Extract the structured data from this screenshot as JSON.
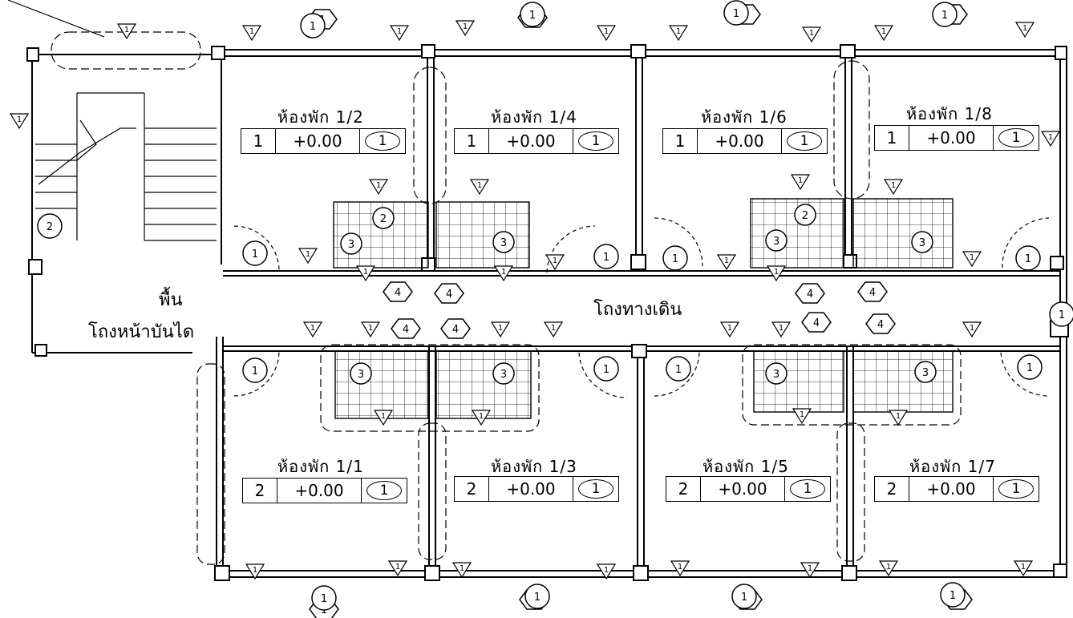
{
  "rooms": [
    {
      "id": "1/2",
      "name": "ห้องพัก",
      "number": "1/2",
      "code": "1",
      "level": "+0.00",
      "finish": "1"
    },
    {
      "id": "1/4",
      "name": "ห้องพัก",
      "number": "1/4",
      "code": "1",
      "level": "+0.00",
      "finish": "1"
    },
    {
      "id": "1/6",
      "name": "ห้องพัก",
      "number": "1/6",
      "code": "1",
      "level": "+0.00",
      "finish": "1"
    },
    {
      "id": "1/8",
      "name": "ห้องพัก",
      "number": "1/8",
      "code": "1",
      "level": "+0.00",
      "finish": "1"
    },
    {
      "id": "1/1",
      "name": "ห้องพัก",
      "number": "1/1",
      "code": "2",
      "level": "+0.00",
      "finish": "1"
    },
    {
      "id": "1/3",
      "name": "ห้องพัก",
      "number": "1/3",
      "code": "2",
      "level": "+0.00",
      "finish": "1"
    },
    {
      "id": "1/5",
      "name": "ห้องพัก",
      "number": "1/5",
      "code": "2",
      "level": "+0.00",
      "finish": "1"
    },
    {
      "id": "1/7",
      "name": "ห้องพัก",
      "number": "1/7",
      "code": "2",
      "level": "+0.00",
      "finish": "1"
    }
  ],
  "areas": {
    "stair_floor": "พื้น",
    "stair_hall": "โถงหน้าบันได",
    "corridor": "โถงทางเดิน"
  },
  "symbols": {
    "hexagon_tags": [
      "1",
      "1",
      "1",
      "1",
      "1",
      "1",
      "1",
      "1",
      "4",
      "4",
      "4",
      "4",
      "4",
      "4",
      "4",
      "4"
    ],
    "wall_circles": [
      "1",
      "1",
      "1",
      "1",
      "1",
      "1",
      "1",
      "1",
      "1",
      "1",
      "1",
      "1",
      "1",
      "1",
      "1",
      "1",
      "1",
      "2"
    ],
    "bath_circles": [
      "3",
      "3",
      "3",
      "3",
      "3",
      "3",
      "3",
      "3",
      "2",
      "2"
    ],
    "ceiling_triangle": "1"
  }
}
